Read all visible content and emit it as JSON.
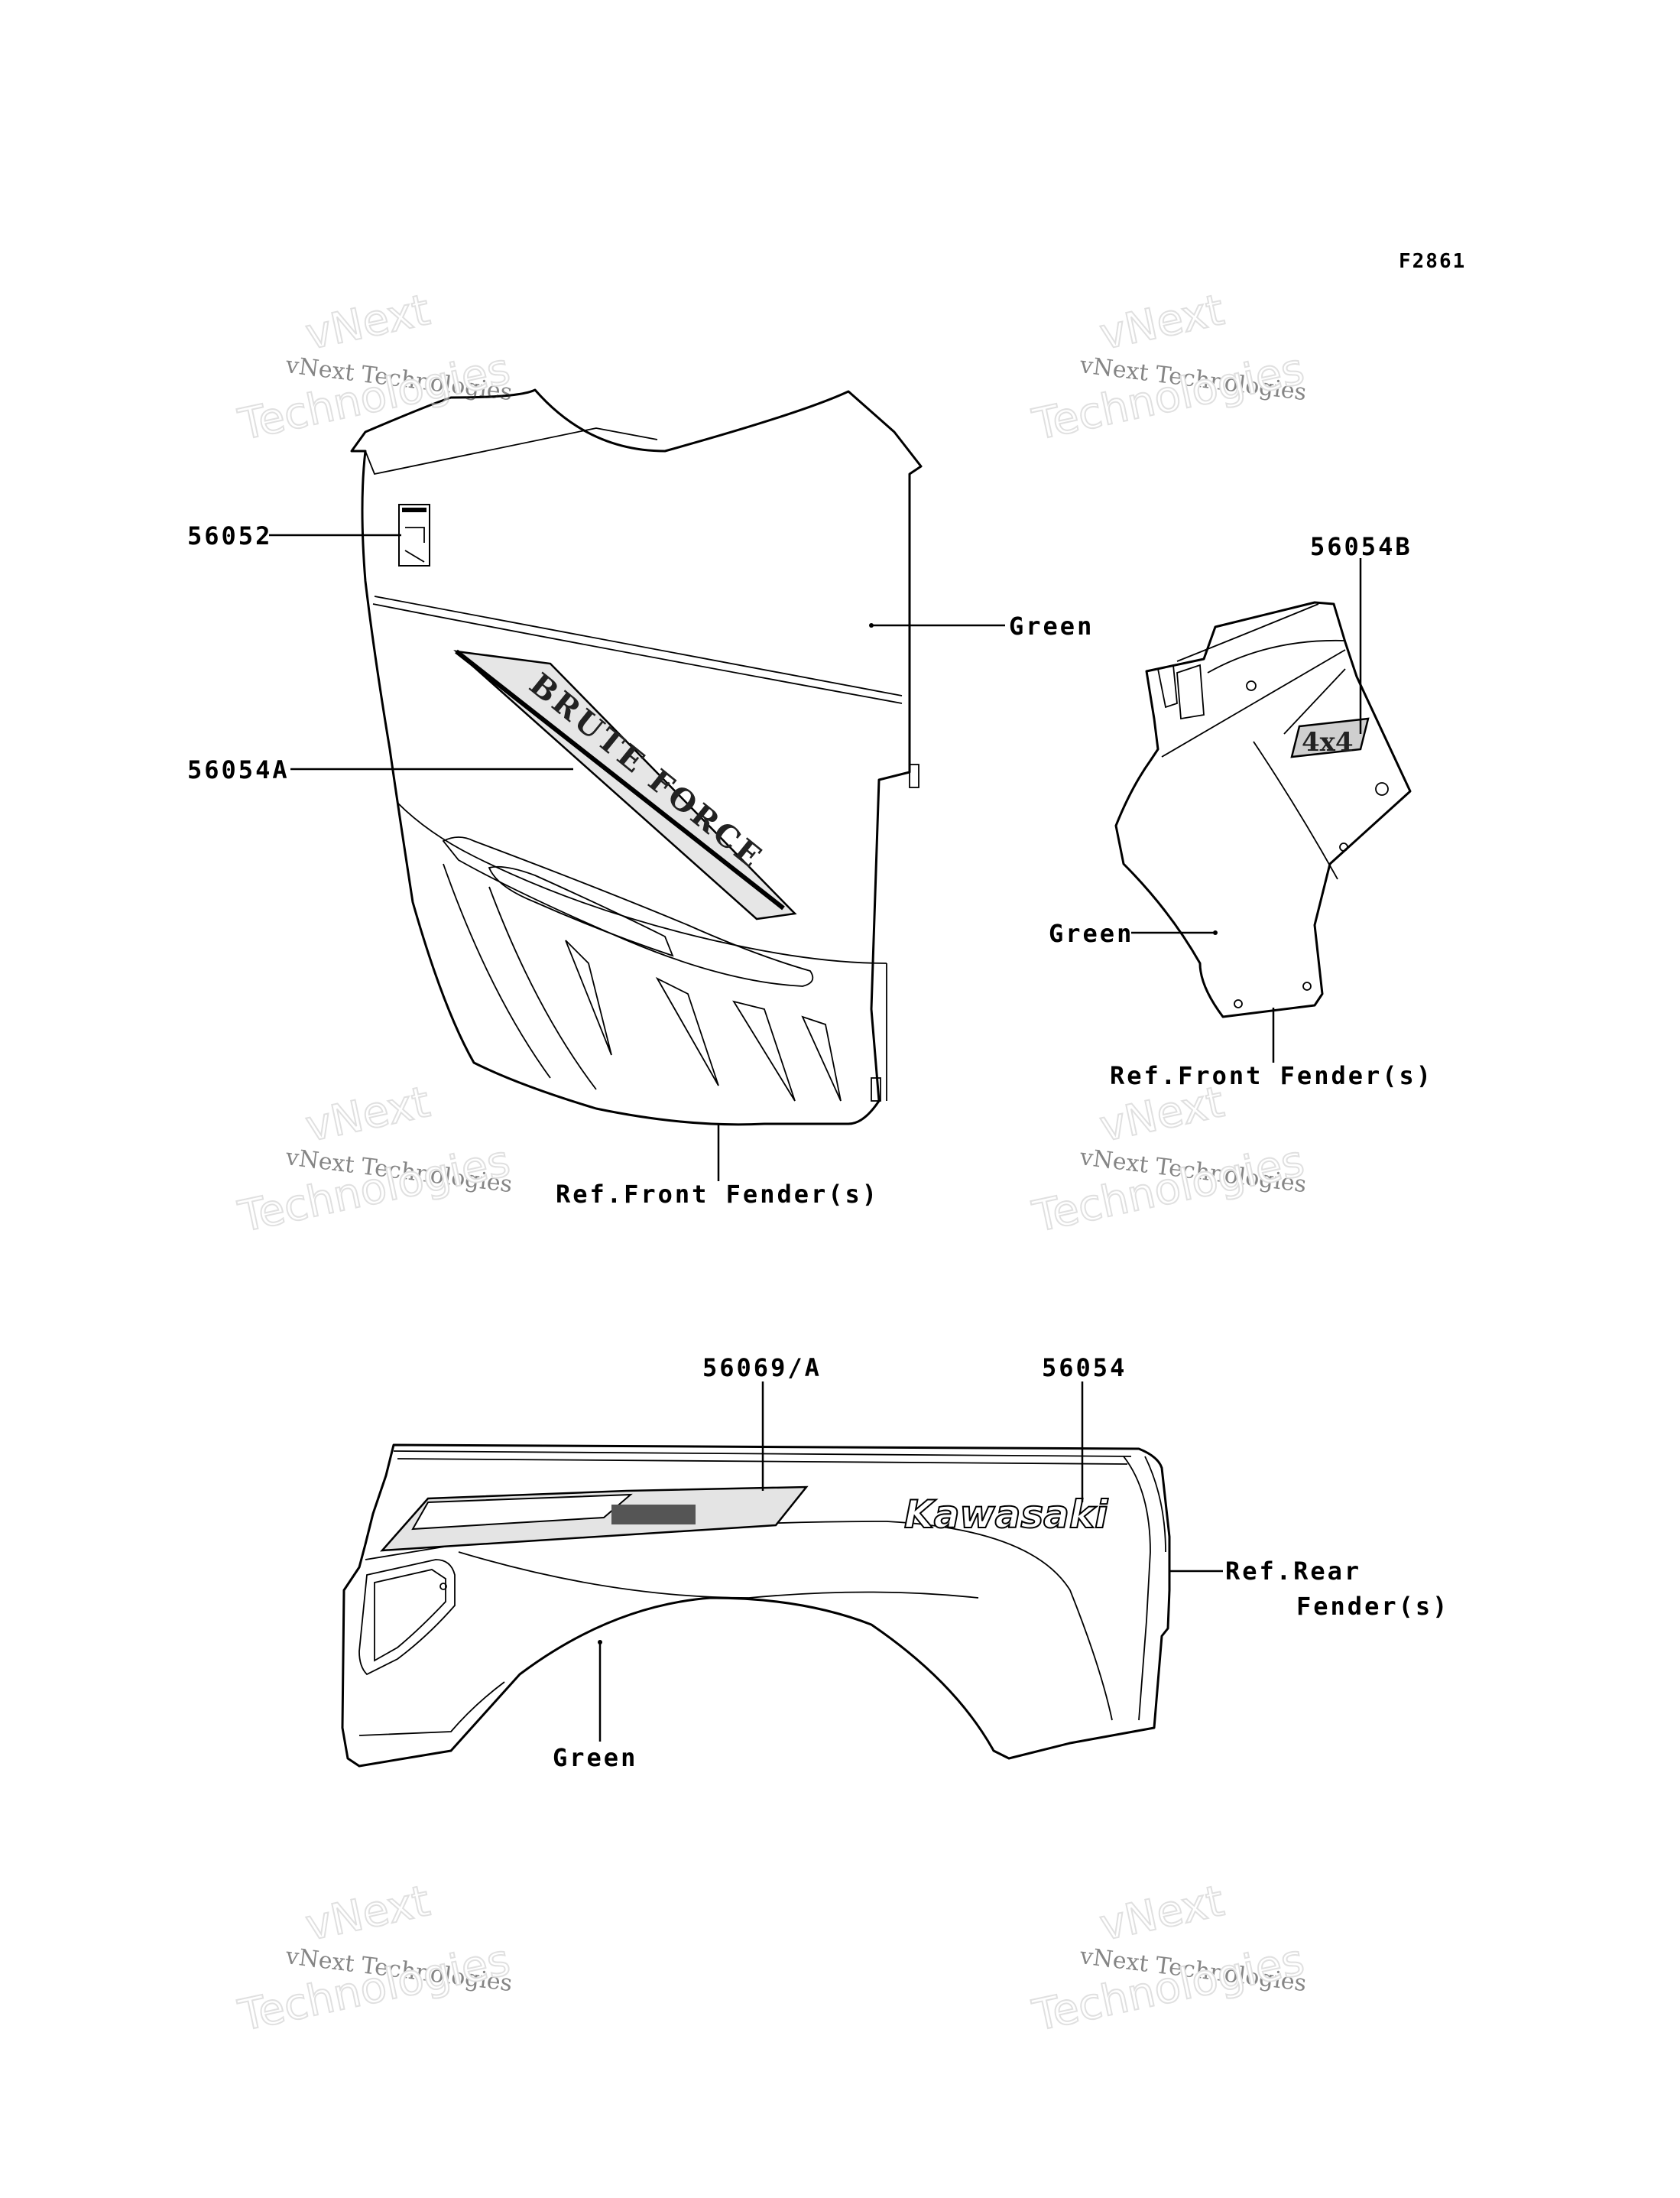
{
  "figure_id": "F2861",
  "callouts": {
    "p56052": "56052",
    "p56054A": "56054A",
    "p56054B": "56054B",
    "p56069A": "56069/A",
    "p56054": "56054"
  },
  "notes": {
    "green_front_left": "Green",
    "green_front_right": "Green",
    "green_rear": "Green",
    "ref_front_fender_left": "Ref.Front Fender(s)",
    "ref_front_fender_right": "Ref.Front Fender(s)",
    "ref_rear_line1": "Ref.Rear",
    "ref_rear_line2": "Fender(s)"
  },
  "logo_text": "Kawasaki",
  "watermark": {
    "line1": "vNext",
    "line2": "vNext Technologies",
    "line3": "Technologies"
  }
}
